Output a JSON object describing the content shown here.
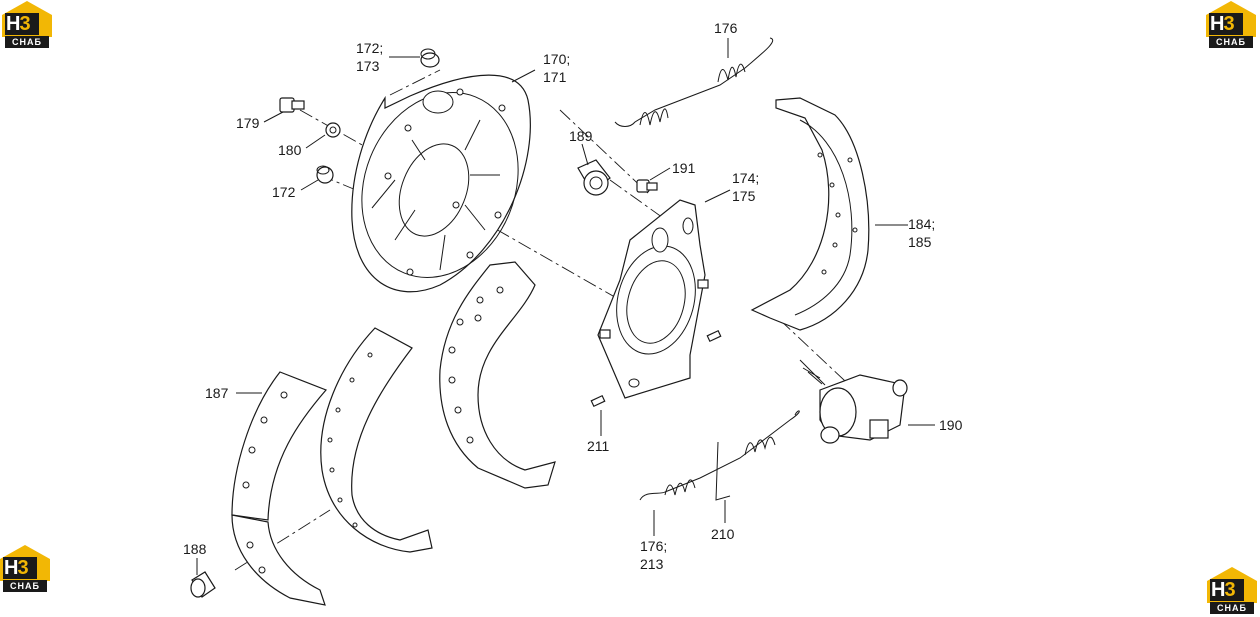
{
  "logo": {
    "text_main": "H",
    "text_accent": "3",
    "text_sub": "CHAБ"
  },
  "colors": {
    "logo_yellow": "#f2b705",
    "logo_dark": "#1a1a1a",
    "line": "#1a1a1a",
    "background": "#ffffff"
  },
  "callouts": {
    "c172_173": [
      "172;",
      "173"
    ],
    "c170_171": [
      "170;",
      "171"
    ],
    "c176_top": "176",
    "c179": "179",
    "c180": "180",
    "c172": "172",
    "c189": "189",
    "c191": "191",
    "c174_175": [
      "174;",
      "175"
    ],
    "c184_185": [
      "184;",
      "185"
    ],
    "c187": "187",
    "c188": "188",
    "c211": "211",
    "c190": "190",
    "c176_213": [
      "176;",
      "213"
    ],
    "c210": "210"
  }
}
